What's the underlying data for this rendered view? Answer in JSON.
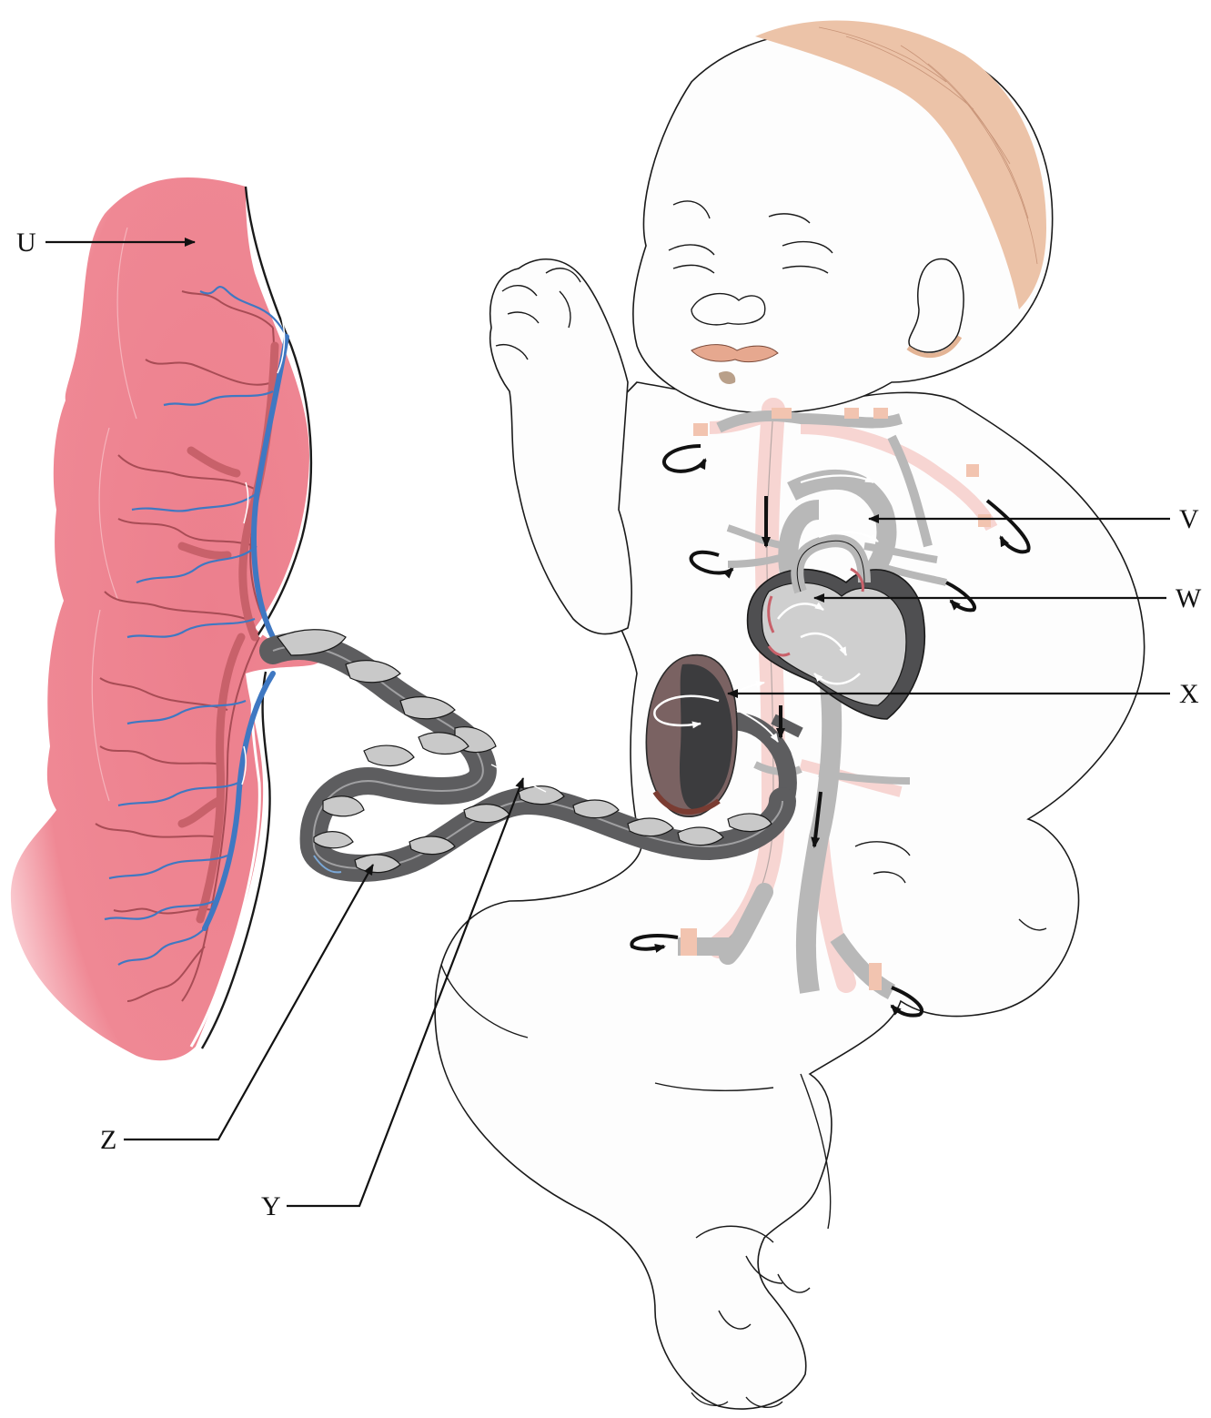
{
  "labels": {
    "U": "U",
    "V": "V",
    "W": "W",
    "X": "X",
    "Y": "Y",
    "Z": "Z"
  },
  "colors": {
    "placenta": "#ef8592",
    "placenta_light": "#f6b2ba",
    "artery": "#c8616a",
    "vein_blue": "#3f78c2",
    "vessel_gray": "#b8b8b8",
    "vessel_dark": "#5d5d5f",
    "vessel_pink": "#f7d5d2",
    "liver": "#7a6262",
    "hair": "#ecc3a8",
    "skin": "#fdfdfd"
  },
  "icons": [
    "arrow-icon",
    "curved-arrow-icon"
  ]
}
